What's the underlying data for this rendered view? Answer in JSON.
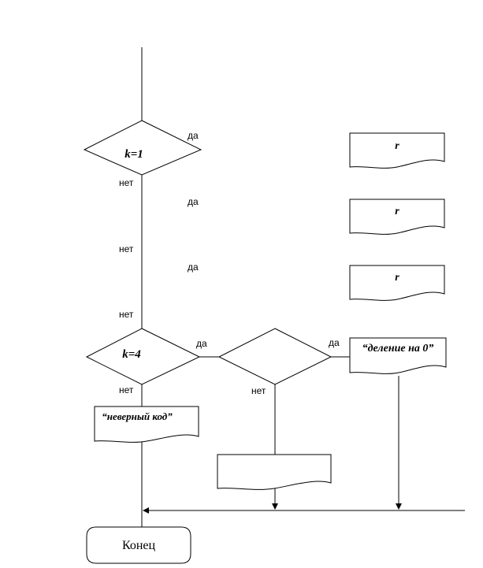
{
  "labels": {
    "yes": "да",
    "no": "нет"
  },
  "conditions": {
    "k1": "k=1",
    "k4": "k=4",
    "divisor_check": ""
  },
  "outputs": {
    "r1": "r",
    "r2": "r",
    "r3": "r",
    "division_by_zero": "“деление на 0”",
    "invalid_code": "“неверный код”",
    "result": ""
  },
  "terminal": {
    "end": "Конец"
  }
}
